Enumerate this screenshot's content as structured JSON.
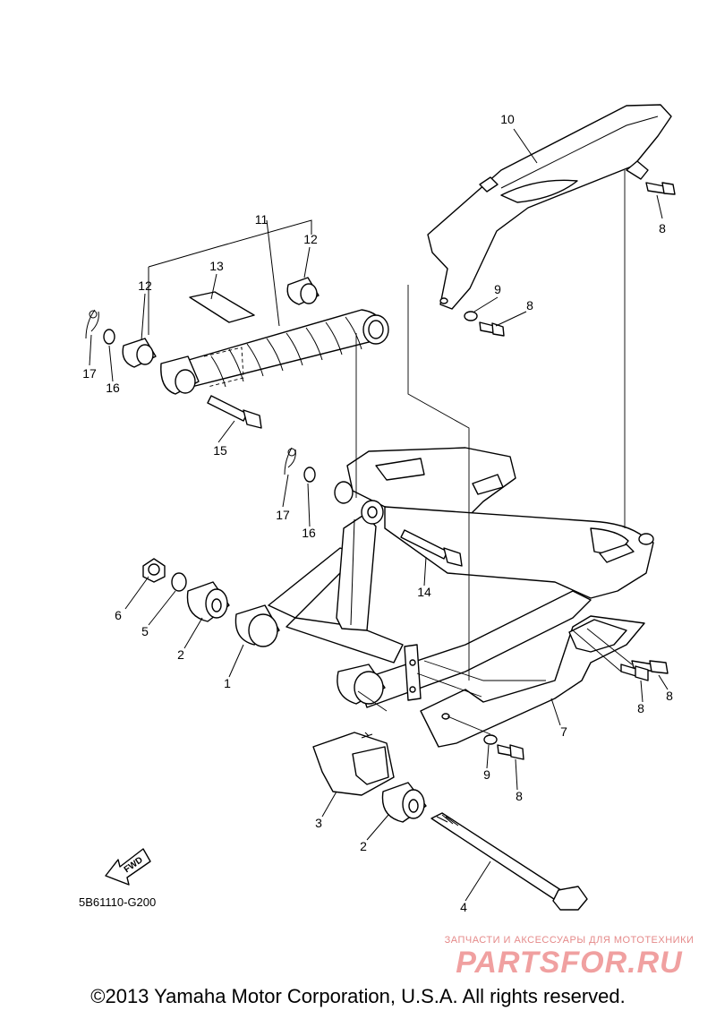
{
  "diagram": {
    "code": "5B61110-G200",
    "fwd_label": "FWD",
    "copyright": "©2013 Yamaha Motor Corporation, U.S.A. All rights reserved.",
    "watermark_top": "ЗАПЧАСТИ И АКСЕССУАРЫ ДЛЯ МОТОТЕХНИКИ",
    "watermark_logo": "PARTSFOR.RU",
    "callouts": {
      "c1": "1",
      "c2a": "2",
      "c2b": "2",
      "c3": "3",
      "c4": "4",
      "c5": "5",
      "c6": "6",
      "c7": "7",
      "c8a": "8",
      "c8b": "8",
      "c8c": "8",
      "c8d": "8",
      "c8e": "8",
      "c9a": "9",
      "c9b": "9",
      "c10": "10",
      "c11": "11",
      "c12a": "12",
      "c12b": "12",
      "c13": "13",
      "c14": "14",
      "c15": "15",
      "c16a": "16",
      "c16b": "16",
      "c17a": "17",
      "c17b": "17"
    }
  }
}
